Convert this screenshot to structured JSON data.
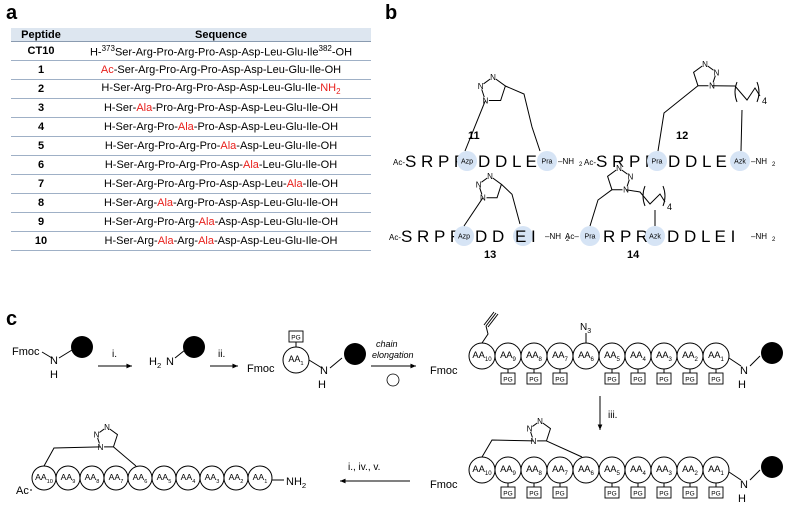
{
  "labels": {
    "a": "a",
    "b": "b",
    "c": "c"
  },
  "table": {
    "headers": [
      "Peptide",
      "Sequence"
    ],
    "rows": [
      {
        "id": "CT10",
        "parts": [
          {
            "t": "H-"
          },
          {
            "t": "373",
            "sup": true
          },
          {
            "t": "Ser-Arg-Pro-Arg-Pro-Asp-Asp-Leu-Glu-Ile"
          },
          {
            "t": "382",
            "sup": true
          },
          {
            "t": "-OH"
          }
        ]
      },
      {
        "id": "1",
        "parts": [
          {
            "t": "Ac",
            "red": true
          },
          {
            "t": "-Ser-Arg-Pro-Arg-Pro-Asp-Asp-Leu-Glu-Ile-OH"
          }
        ]
      },
      {
        "id": "2",
        "parts": [
          {
            "t": "H-Ser-Arg-Pro-Arg-Pro-Asp-Asp-Leu-Glu-Ile-"
          },
          {
            "t": "NH",
            "red": true
          },
          {
            "t": "2",
            "red": true,
            "sub": true
          }
        ]
      },
      {
        "id": "3",
        "parts": [
          {
            "t": "H-Ser-"
          },
          {
            "t": "Ala",
            "red": true
          },
          {
            "t": "-Pro-Arg-Pro-Asp-Asp-Leu-Glu-Ile-OH"
          }
        ]
      },
      {
        "id": "4",
        "parts": [
          {
            "t": "H-Ser-Arg-Pro-"
          },
          {
            "t": "Ala",
            "red": true
          },
          {
            "t": "-Pro-Asp-Asp-Leu-Glu-Ile-OH"
          }
        ]
      },
      {
        "id": "5",
        "parts": [
          {
            "t": "H-Ser-Arg-Pro-Arg-Pro-"
          },
          {
            "t": "Ala",
            "red": true
          },
          {
            "t": "-Asp-Leu-Glu-Ile-OH"
          }
        ]
      },
      {
        "id": "6",
        "parts": [
          {
            "t": "H-Ser-Arg-Pro-Arg-Pro-Asp-"
          },
          {
            "t": "Ala",
            "red": true
          },
          {
            "t": "-Leu-Glu-Ile-OH"
          }
        ]
      },
      {
        "id": "7",
        "parts": [
          {
            "t": "H-Ser-Arg-Pro-Arg-Pro-Asp-Asp-Leu-"
          },
          {
            "t": "Ala",
            "red": true
          },
          {
            "t": "-Ile-OH"
          }
        ]
      },
      {
        "id": "8",
        "parts": [
          {
            "t": "H-Ser-Arg-"
          },
          {
            "t": "Ala",
            "red": true
          },
          {
            "t": "-Arg-Pro-Asp-Asp-Leu-Glu-Ile-OH"
          }
        ]
      },
      {
        "id": "9",
        "parts": [
          {
            "t": "H-Ser-Arg-Pro-Arg-"
          },
          {
            "t": "Ala",
            "red": true
          },
          {
            "t": "-Asp-Asp-Leu-Glu-Ile-OH"
          }
        ]
      },
      {
        "id": "10",
        "parts": [
          {
            "t": "H-Ser-Arg-"
          },
          {
            "t": "Ala",
            "red": true
          },
          {
            "t": "-Arg-"
          },
          {
            "t": "Ala",
            "red": true
          },
          {
            "t": "-Asp-Asp-Leu-Glu-Ile-OH"
          }
        ]
      }
    ]
  },
  "panel_b": {
    "compounds": [
      {
        "num": "11",
        "prefix": "Ac",
        "seq1": "SRPR",
        "mod1": "Azp",
        "seq2": "DDLE",
        "mod2": "Pra",
        "suffix": "NH2"
      },
      {
        "num": "12",
        "prefix": "Ac",
        "seq1": "SRPR",
        "mod1": "Pra",
        "seq2": "DDLE",
        "mod2": "Azk",
        "suffix": "NH2",
        "chain": "4"
      },
      {
        "num": "13",
        "prefix": "Ac",
        "seq1": "SRPR",
        "mod1": "Azp",
        "seq2": "DD",
        "mod2": "",
        "seq3": "EI",
        "suffix": "NH2"
      },
      {
        "num": "14",
        "prefix": "Ac",
        "mod1": "Pra",
        "seq1": "RPR",
        "mod2": "Azk",
        "seq2": "DDLEI",
        "suffix": "NH2",
        "chain": "4"
      }
    ],
    "triazole_atoms": [
      "N",
      "N",
      "N"
    ]
  },
  "panel_c": {
    "fmoc": "Fmoc",
    "nh": "N",
    "h": "H",
    "h2n": "H2N",
    "pg": "PG",
    "aa1": "AA1",
    "steps": {
      "i": "i.",
      "ii": "ii.",
      "elong1": "chain",
      "elong2": "elongation",
      "iii": "iii.",
      "final": "i., iv., v."
    },
    "n3": "N3",
    "ac": "Ac",
    "nh2": "NH2",
    "chain_residues": [
      "AA10",
      "AA9",
      "AA8",
      "AA7",
      "AA6",
      "AA5",
      "AA4",
      "AA3",
      "AA2",
      "AA1"
    ]
  }
}
